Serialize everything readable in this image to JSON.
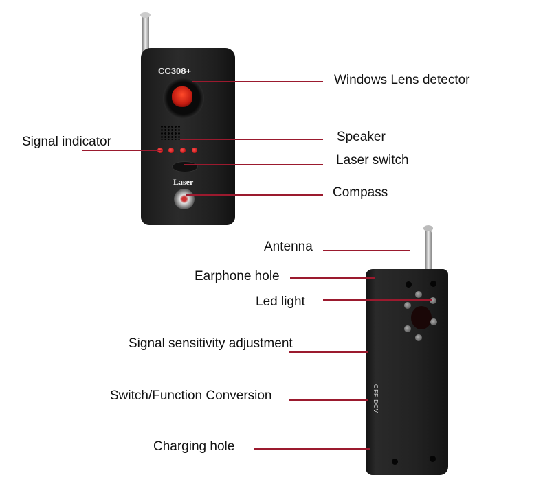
{
  "product": {
    "model": "CC308+",
    "laser_label": "Laser",
    "side_markings": "OFF  DCV"
  },
  "front_view_labels": [
    {
      "id": "windows-lens-detector",
      "text": "Windows Lens detector"
    },
    {
      "id": "signal-indicator",
      "text": "Signal indicator"
    },
    {
      "id": "speaker",
      "text": "Speaker"
    },
    {
      "id": "laser-switch",
      "text": "Laser switch"
    },
    {
      "id": "compass",
      "text": "Compass"
    }
  ],
  "side_view_labels": [
    {
      "id": "antenna",
      "text": "Antenna"
    },
    {
      "id": "earphone-hole",
      "text": "Earphone hole"
    },
    {
      "id": "led-light",
      "text": "Led light"
    },
    {
      "id": "signal-sensitivity-adjustment",
      "text": "Signal sensitivity adjustment"
    },
    {
      "id": "switch-function-conversion",
      "text": "Switch/Function Conversion"
    },
    {
      "id": "charging-hole",
      "text": "Charging hole"
    }
  ],
  "colors": {
    "leader_line": "#9b1a2e",
    "device_body": "#1e1e1e",
    "lens_red": "#e02a18"
  }
}
